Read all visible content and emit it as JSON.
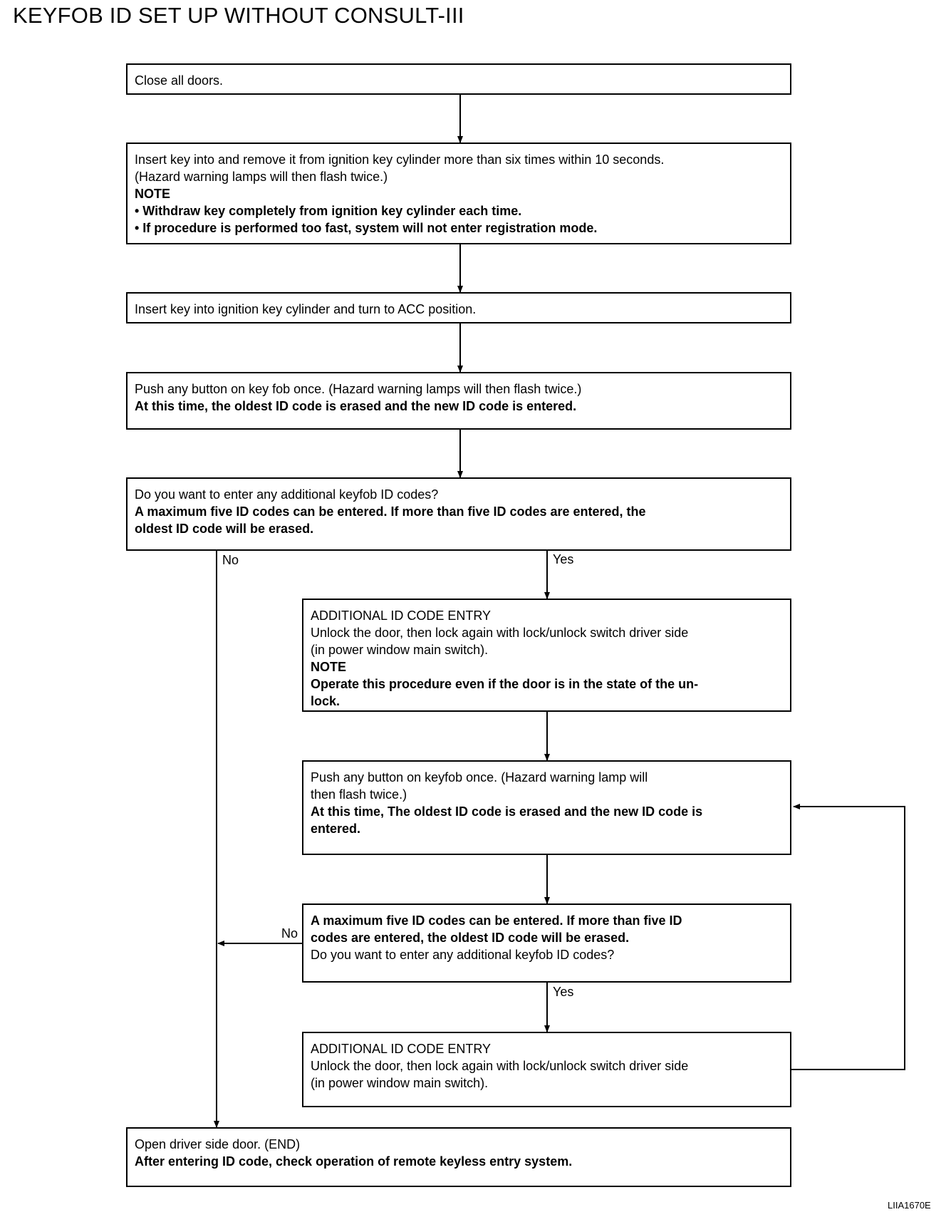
{
  "title": "KEYFOB ID SET UP WITHOUT CONSULT-III",
  "reference_code": "LIIA1670E",
  "steps": [
    {
      "id": "close-doors",
      "lines": [
        {
          "text": "Close all doors.",
          "bold": false
        }
      ]
    },
    {
      "id": "insert-remove-key",
      "lines": [
        {
          "text": "Insert key into and remove it from ignition key cylinder more than six times within 10 seconds.",
          "bold": false
        },
        {
          "text": "(Hazard warning lamps will then flash twice.)",
          "bold": false
        },
        {
          "text": "NOTE",
          "bold": true
        },
        {
          "text": "• Withdraw key completely from ignition key cylinder each time.",
          "bold": true
        },
        {
          "text": "• If procedure is performed too fast, system will not enter registration mode.",
          "bold": true
        }
      ]
    },
    {
      "id": "turn-to-acc",
      "lines": [
        {
          "text": "Insert key into ignition key cylinder and turn to ACC position.",
          "bold": false
        }
      ]
    },
    {
      "id": "push-keyfob-button",
      "lines": [
        {
          "text": "Push any button on key fob once. (Hazard warning lamps will then flash twice.)",
          "bold": false
        },
        {
          "text": "At this time, the oldest ID code is erased and the new ID code is entered.",
          "bold": true
        }
      ]
    },
    {
      "id": "additional-codes-question",
      "lines": [
        {
          "text": "Do you want to enter any additional keyfob ID codes?",
          "bold": false
        },
        {
          "text": "A  maximum five ID codes can be entered. If more than five ID codes are entered, the",
          "bold": true
        },
        {
          "text": "oldest ID code will be erased.",
          "bold": true
        }
      ]
    },
    {
      "id": "additional-entry-1",
      "lines": [
        {
          "text": "ADDITIONAL ID CODE ENTRY",
          "bold": false
        },
        {
          "text": "Unlock the door, then lock again with lock/unlock switch driver side",
          "bold": false
        },
        {
          "text": "(in power window main switch).",
          "bold": false
        },
        {
          "text": "NOTE",
          "bold": true
        },
        {
          "text": "Operate this procedure even if the door is in the state of the un-",
          "bold": true
        },
        {
          "text": "lock.",
          "bold": true
        }
      ]
    },
    {
      "id": "push-keyfob-again",
      "lines": [
        {
          "text": "Push any button on keyfob once. (Hazard warning lamp will",
          "bold": false
        },
        {
          "text": "then flash twice.)",
          "bold": false
        },
        {
          "text": "At this time, The oldest ID code is erased and the new ID code is",
          "bold": true
        },
        {
          "text": "entered.",
          "bold": true
        }
      ]
    },
    {
      "id": "additional-codes-question-2",
      "lines": [
        {
          "text": "A  maximum five ID codes can be entered. If more than five ID",
          "bold": true
        },
        {
          "text": "codes are entered, the oldest ID code will be erased.",
          "bold": true
        },
        {
          "text": "Do you want to enter any additional keyfob ID codes?",
          "bold": false
        }
      ]
    },
    {
      "id": "additional-entry-2",
      "lines": [
        {
          "text": "ADDITIONAL ID CODE ENTRY",
          "bold": false
        },
        {
          "text": "Unlock the door, then lock again with lock/unlock switch driver side",
          "bold": false
        },
        {
          "text": "(in power window main switch).",
          "bold": false
        }
      ]
    },
    {
      "id": "open-driver-door",
      "lines": [
        {
          "text": "Open driver side door. (END)",
          "bold": false
        },
        {
          "text": "After entering ID code, check operation of remote keyless entry system.",
          "bold": true
        }
      ]
    }
  ],
  "branch_labels": {
    "no_1": "No",
    "yes_1": "Yes",
    "no_2": "No",
    "yes_2": "Yes"
  }
}
